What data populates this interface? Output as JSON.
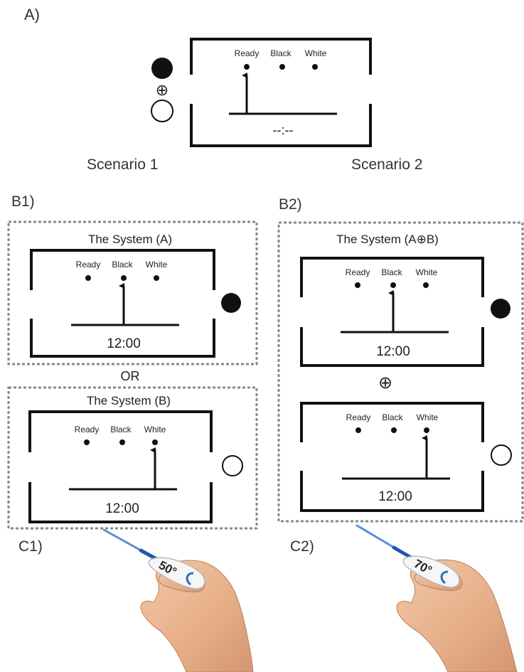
{
  "panel_labels": {
    "a": "A)",
    "b1": "B1)",
    "b2": "B2)",
    "c1": "C1)",
    "c2": "C2)"
  },
  "scenarios": {
    "s1": "Scenario 1",
    "s2": "Scenario 2"
  },
  "positions": {
    "ready": "Ready",
    "black": "Black",
    "white": "White"
  },
  "xor_symbol": "⊕",
  "panel_a": {
    "display": "--:--"
  },
  "panel_b1": {
    "title_a": "The System (A)",
    "title_b": "The System (B)",
    "or_label": "OR",
    "time_a": "12:00",
    "time_b": "12:00"
  },
  "panel_b2": {
    "title": "The System (A⊕B)",
    "time_top": "12:00",
    "time_bottom": "12:00"
  },
  "thermometers": {
    "c1": "50°",
    "c2": "70°"
  }
}
